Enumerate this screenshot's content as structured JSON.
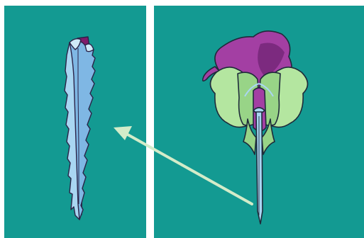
{
  "figure": {
    "background_color": "#ffffff",
    "panel_color": "#139a92",
    "panels": [
      {
        "id": "left",
        "subject": "stylet-detail",
        "colors": {
          "blade": "#a9d6f2",
          "blade_shadow": "#7fb7e4",
          "core": "#7e1d6b",
          "outline": "#2b2348"
        }
      },
      {
        "id": "right",
        "subject": "mouthparts-whole",
        "colors": {
          "lobes": "#b4e6a0",
          "lobe_shadow": "#98d487",
          "upper": "#a33fa3",
          "upper_shadow": "#7c2a7f",
          "outline": "#1e2a3a",
          "stylet": "#a9d6f2"
        }
      }
    ],
    "arrow": {
      "color": "#d3ecc9",
      "direction": "from-right-panel-stylet-to-left-panel"
    }
  }
}
